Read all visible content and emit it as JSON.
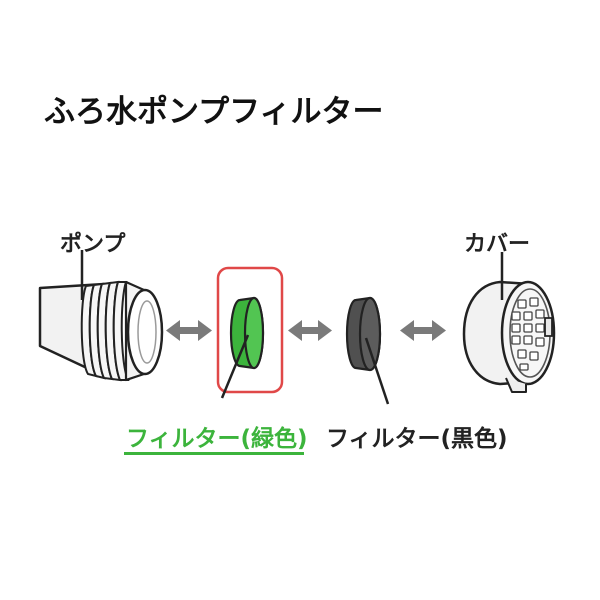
{
  "title": "ふろ水ポンプフィルター",
  "labels": {
    "pump": "ポンプ",
    "cover": "カバー",
    "filter_green": "フィルター(緑色)",
    "filter_black": "フィルター(黒色)"
  },
  "colors": {
    "green": "#3cb43c",
    "highlight_box": "#e04848",
    "filter_black": "#505050",
    "arrow": "#7a7a7a",
    "outline": "#222222",
    "part_fill": "#f2f2f2"
  },
  "icons": {
    "arrow": "double-headed-arrow-icon"
  }
}
